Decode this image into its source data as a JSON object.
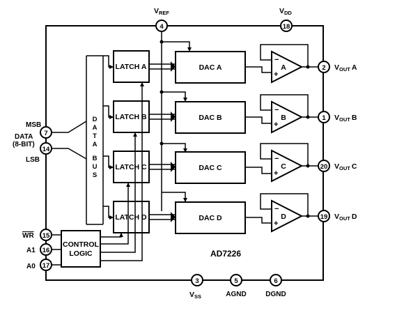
{
  "diagram": {
    "part": "AD7226",
    "supply": {
      "vref_main": "V",
      "vref_sub": "REF",
      "vdd_main": "V",
      "vdd_sub": "DD"
    },
    "pins": {
      "p4": "4",
      "p18": "18",
      "p2": "2",
      "p1": "1",
      "p20": "20",
      "p19": "19",
      "p7": "7",
      "p14": "14",
      "p15": "15",
      "p16": "16",
      "p17": "17",
      "p3": "3",
      "p5": "5",
      "p6": "6"
    },
    "outputs": {
      "a_main": "V",
      "a_sub": "OUT",
      "a_suffix": "A",
      "b_main": "V",
      "b_sub": "OUT",
      "b_suffix": "B",
      "c_main": "V",
      "c_sub": "OUT",
      "c_suffix": "C",
      "d_main": "V",
      "d_sub": "OUT",
      "d_suffix": "D"
    },
    "data_inputs": {
      "msb": "MSB",
      "data": "DATA",
      "bits": "(8-BIT)",
      "lsb": "LSB"
    },
    "control_inputs": {
      "wr": "WR",
      "a1": "A1",
      "a0": "A0"
    },
    "ground_labels": {
      "vss_main": "V",
      "vss_sub": "SS",
      "agnd": "AGND",
      "dgnd": "DGND"
    },
    "latches": [
      "LATCH A",
      "LATCH B",
      "LATCH C",
      "LATCH D"
    ],
    "dacs": [
      "DAC A",
      "DAC B",
      "DAC C",
      "DAC D"
    ],
    "amps": [
      "A",
      "B",
      "C",
      "D"
    ],
    "amp_signs": {
      "minus": "−",
      "plus": "+"
    },
    "control_block": {
      "line1": "CONTROL",
      "line2": "LOGIC"
    },
    "bus_label": [
      "D",
      "A",
      "T",
      "A",
      "B",
      "U",
      "S"
    ]
  }
}
